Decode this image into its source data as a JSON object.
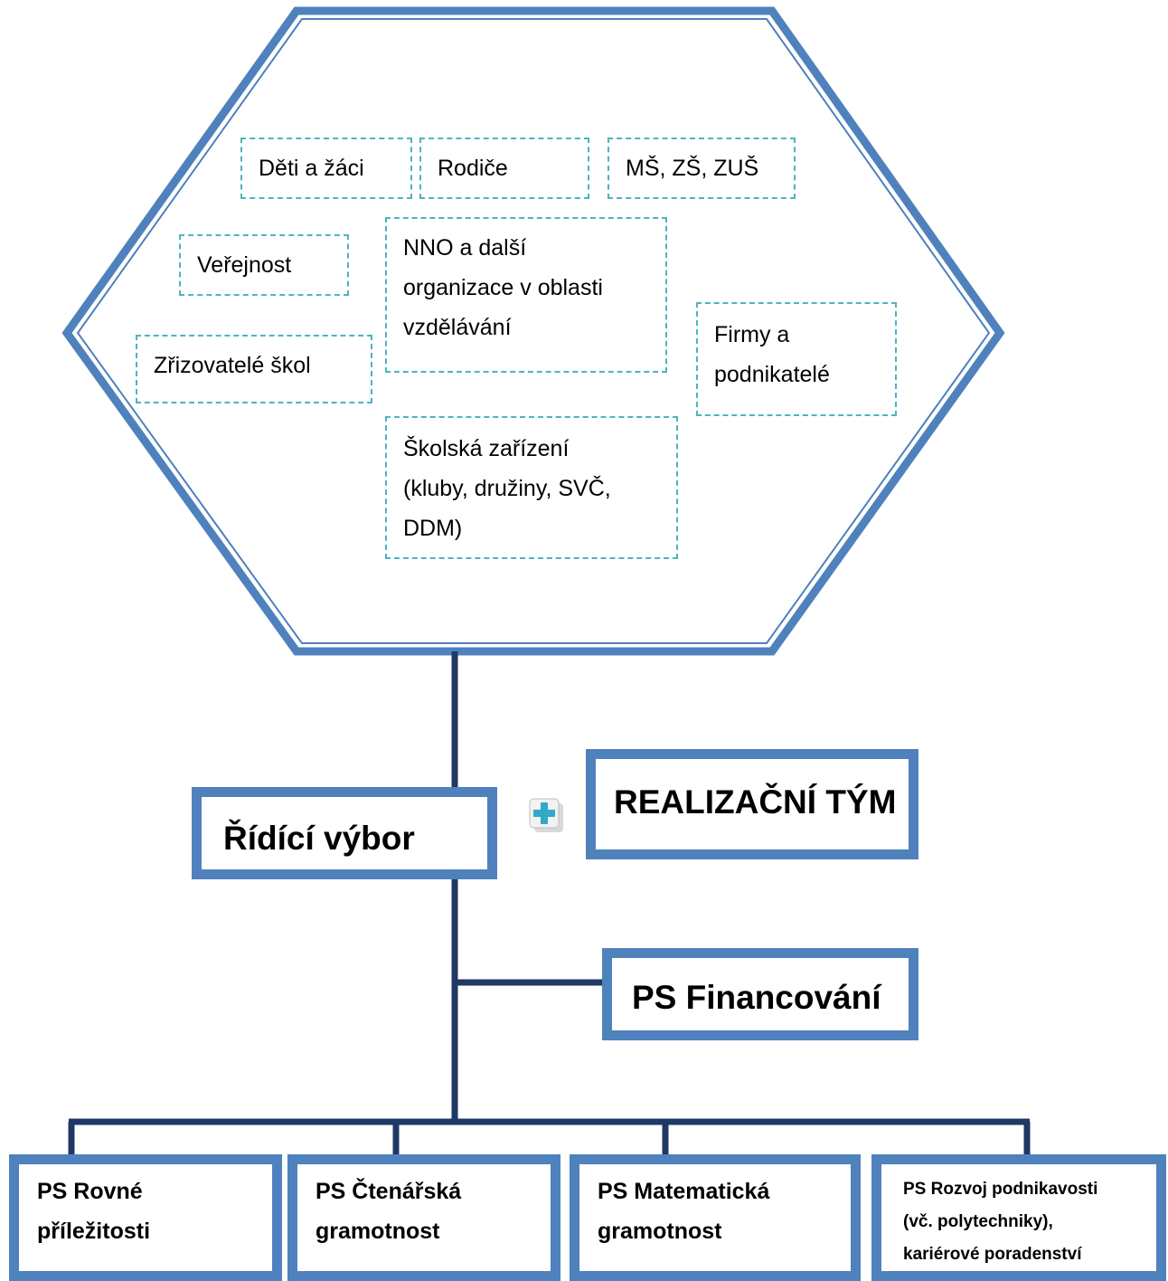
{
  "colors": {
    "hexagon": "#4f81bd",
    "dashed_border": "#4fb3c0",
    "connector": "#1f3864",
    "box_border": "#4f81bd"
  },
  "stakeholders": {
    "deti_a_zaci": "Děti a žáci",
    "rodice": "Rodiče",
    "skoly": "MŠ, ZŠ, ZUŠ",
    "verejnost": "Veřejnost",
    "nno": [
      "NNO a další",
      "organizace v oblasti",
      "vzdělávání"
    ],
    "zrizovatele": "Zřizovatelé škol",
    "firmy": [
      "Firmy a",
      "podnikatelé"
    ],
    "skolska_zarizeni": [
      "Školská zařízení",
      "(kluby, družiny, SVČ,",
      "DDM)"
    ]
  },
  "ridici_vybor": "Řídící výbor",
  "realizacni_tym": "REALIZAČNÍ TÝM",
  "plus_icon": "plus-icon",
  "ps_financovani": "PS Financování",
  "working_groups": {
    "rovne": [
      "PS Rovné",
      "příležitosti"
    ],
    "ctenarska": [
      "PS Čtenářská",
      "gramotnost"
    ],
    "matematicka": [
      "PS Matematická",
      "gramotnost"
    ],
    "podnikavost": [
      "PS Rozvoj podnikavosti",
      "(vč. polytechniky),",
      "kariérové poradenství"
    ]
  }
}
